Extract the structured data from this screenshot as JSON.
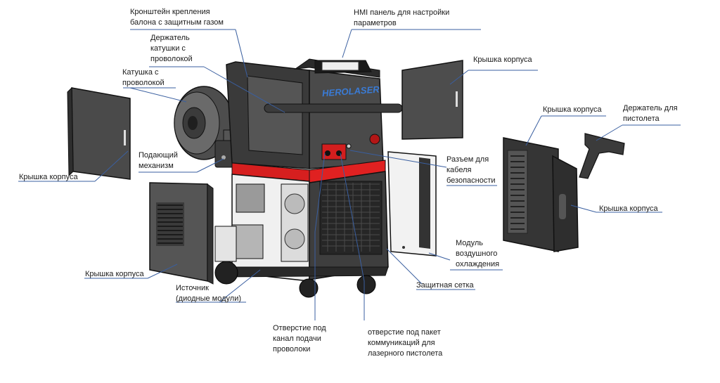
{
  "diagram": {
    "brand": "HEROLASER",
    "labels": {
      "gas_bracket": "Кронштейн крепления\nбалона с защитным газом",
      "hmi_panel": "HMI панель для настройки\nпараметров",
      "spool_holder": "Держатель\nкатушки с\nпроволокой",
      "spool": "Катушка с\nпроволокой",
      "cover_top_right": "Крышка корпуса",
      "cover_right_top": "Крышка корпуса",
      "gun_holder": "Держатель для\nпистолета",
      "feeder": "Подающий\nмеханизм",
      "safety_connector": "Разъем для\nкабеля\nбезопасности",
      "cover_left": "Крышка корпуса",
      "cover_right_bottom": "Крышка корпуса",
      "air_module": "Модуль\nвоздушного\nохлаждения",
      "cover_bottom_left": "Крышка корпуса",
      "source": "Источник\n(диодные модули)",
      "guard_mesh": "Защитная сетка",
      "wire_hole": "Отверстие под\nканал подачи\nпроволоки",
      "comm_hole": "отверстие под пакет\nкоммуникаций для\nлазерного пистолета"
    }
  }
}
